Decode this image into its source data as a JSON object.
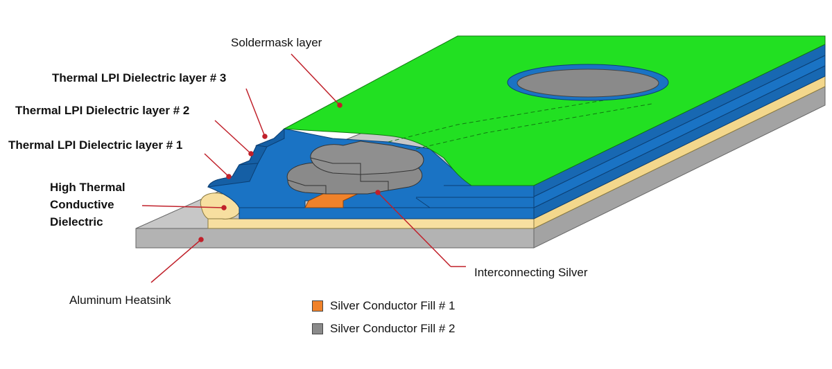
{
  "labels": {
    "soldermask": "Soldermask layer",
    "dielectric3": "Thermal LPI Dielectric layer # 3",
    "dielectric2": "Thermal LPI Dielectric layer # 2",
    "dielectric1": "Thermal LPI Dielectric layer # 1",
    "high_thermal_1": "High Thermal",
    "high_thermal_2": "Conductive",
    "high_thermal_3": "Dielectric",
    "aluminum": "Aluminum Heatsink",
    "interconnect": "Interconnecting Silver"
  },
  "legend": [
    {
      "label": "Silver Conductor Fill # 1",
      "color": "#f0822a"
    },
    {
      "label": "Silver Conductor Fill # 2",
      "color": "#8a8a8a"
    }
  ],
  "colors": {
    "soldermask": "#22e022",
    "dielectric": "#1a73c4",
    "dielectric_dark": "#0f5da6",
    "thermal_dielectric": "#f7dfa0",
    "aluminum_top": "#c7c7c7",
    "aluminum_side": "#a9a9a9",
    "silver_fill_1": "#f0822a",
    "silver_fill_2": "#8a8a8a",
    "leader": "#c0202a"
  }
}
